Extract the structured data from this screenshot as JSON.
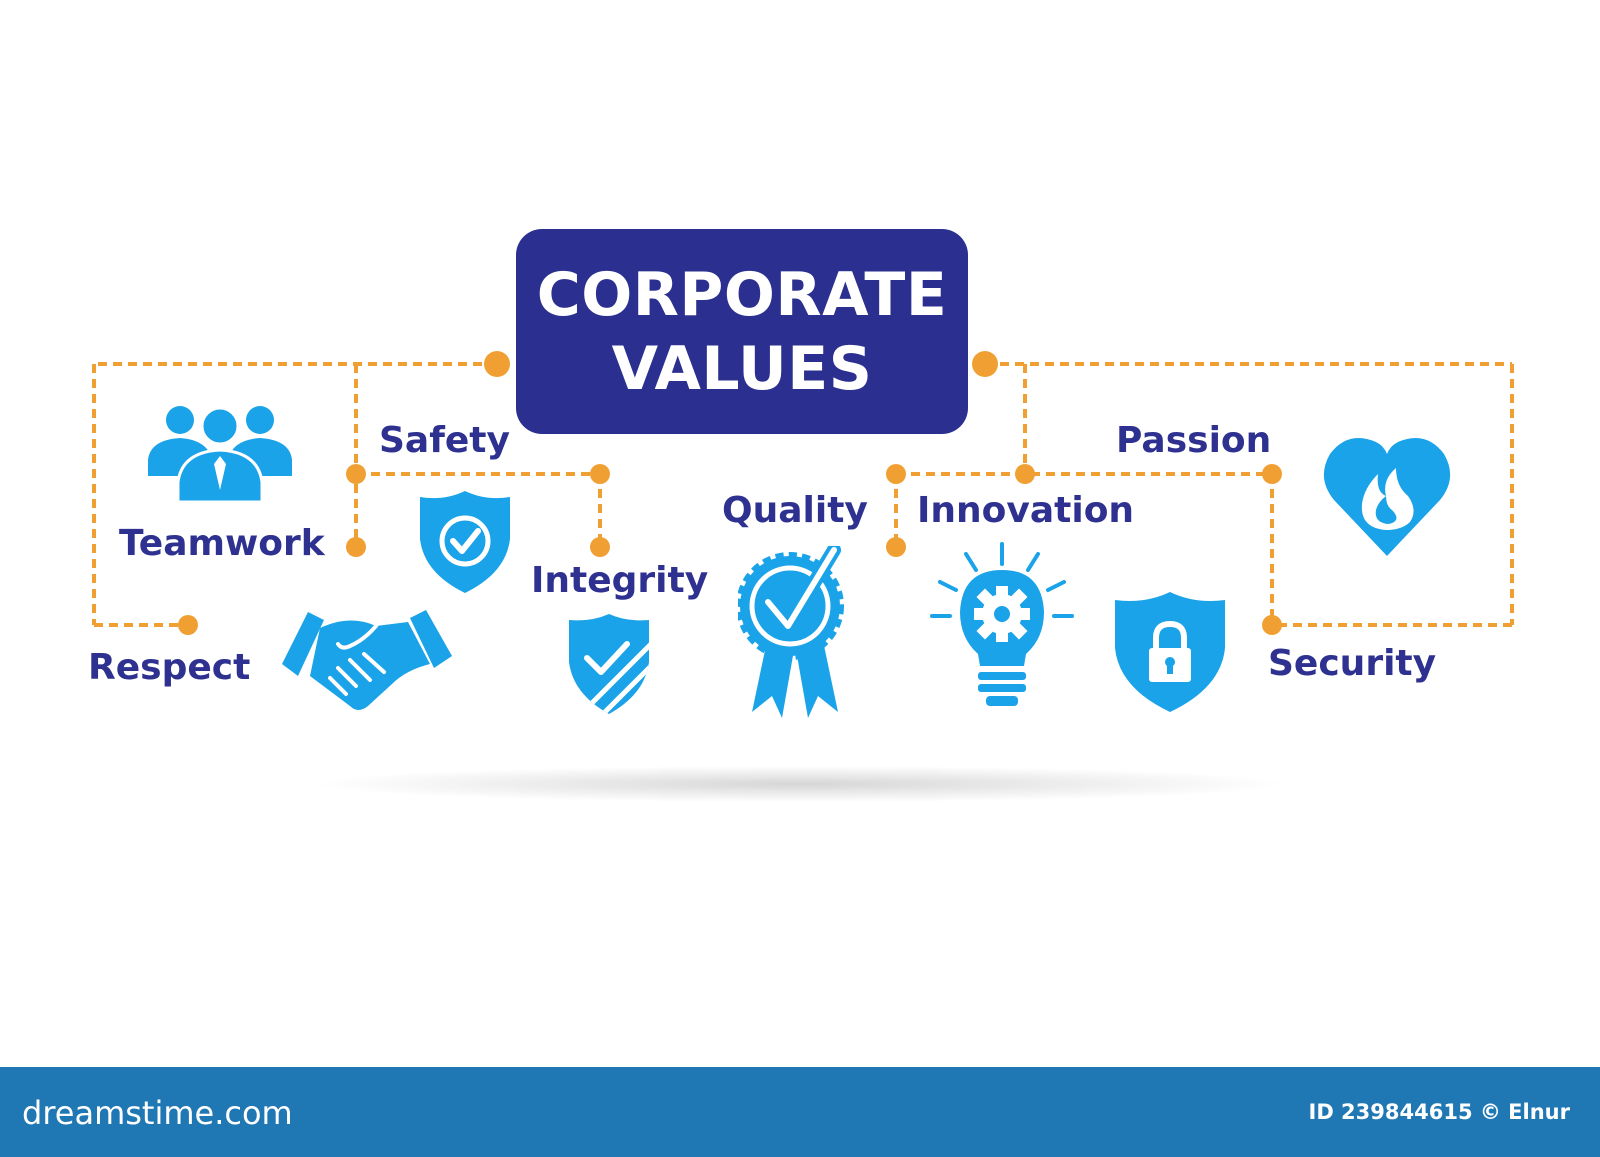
{
  "title": {
    "line1": "CORPORATE",
    "line2": "VALUES"
  },
  "values": {
    "teamwork": "Teamwork",
    "respect": "Respect",
    "safety": "Safety",
    "integrity": "Integrity",
    "quality": "Quality",
    "innovation": "Innovation",
    "passion": "Passion",
    "security": "Security"
  },
  "icons": {
    "teamwork": "team-people-icon",
    "respect": "handshake-icon",
    "safety": "shield-check-icon",
    "integrity": "shield-striped-check-icon",
    "quality": "award-ribbon-check-icon",
    "innovation": "lightbulb-gear-icon",
    "security": "shield-lock-icon",
    "passion": "heart-flame-icon"
  },
  "footer": {
    "brand": "dreamstime.com",
    "image_id": "ID 239844615 © Elnur"
  },
  "colors": {
    "title_background": "#2b2f8f",
    "label_text": "#2e3190",
    "icon_blue": "#1aa3e8",
    "connector_orange": "#f0a033",
    "footer_background": "#1f78b4"
  }
}
